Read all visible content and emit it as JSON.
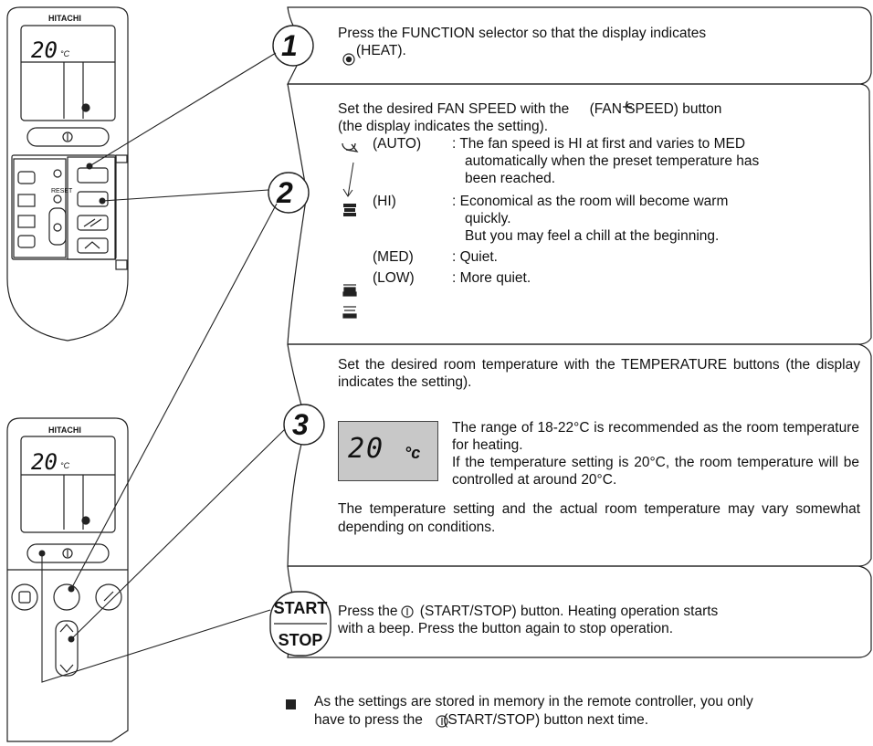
{
  "remote": {
    "brand": "HITACHI",
    "lcd_temp": "20",
    "lcd_unit": "°C",
    "reset_label": "RESET"
  },
  "steps": {
    "s1_num": "1",
    "s2_num": "2",
    "s3_num": "3",
    "start_label": "START",
    "stop_label": "STOP"
  },
  "step1": {
    "text": "Press the FUNCTION selector so that the display indicates",
    "text2": "(HEAT)."
  },
  "step2": {
    "intro1": "Set the desired FAN SPEED with the",
    "intro1b": "(FAN SPEED) button",
    "intro2": "(the display indicates the setting).",
    "auto_mode": "(AUTO)",
    "auto_desc1": ": The fan speed is HI at first and varies to MED",
    "auto_desc2": "automatically when the preset temperature has",
    "auto_desc3": "been reached.",
    "hi_mode": "(HI)",
    "hi_desc1": ": Economical as the room will become warm",
    "hi_desc2": "quickly.",
    "hi_desc3": "But you may feel a chill at the beginning.",
    "med_mode": "(MED)",
    "med_desc": ": Quiet.",
    "low_mode": "(LOW)",
    "low_desc": ": More quiet."
  },
  "step3": {
    "intro": "Set the desired room temperature with the TEMPERATURE buttons (the display indicates the setting).",
    "lcd_temp": "20",
    "lcd_unit": "°c",
    "range_text": "The range of 18-22°C is recommended as the room temperature for heating.",
    "example_text": "If the temperature setting is 20°C, the room temperature will be controlled at around 20°C.",
    "tail": "The temperature setting and the actual room temperature may vary somewhat depending on conditions."
  },
  "step4": {
    "text1": "Press the",
    "text1b": "(START/STOP) button. Heating operation starts",
    "text2": "with a beep. Press the button again to stop operation."
  },
  "note": {
    "text1": "As the settings are stored in memory in the remote controller, you only",
    "text2a": "have to press the",
    "text2b": "(START/STOP) button next time."
  }
}
